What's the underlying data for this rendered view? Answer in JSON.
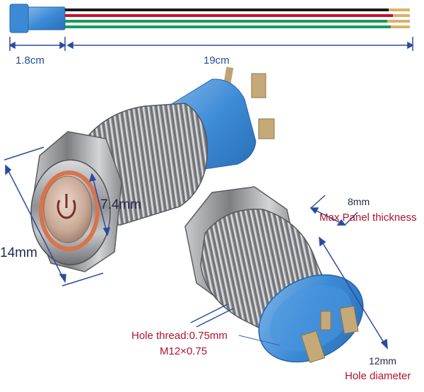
{
  "cable": {
    "length_connector": "1.8cm",
    "length_wires": "19cm",
    "wire_colors": [
      "#1a1a1a",
      "#c8102e",
      "#169c5a",
      "#169c5a"
    ]
  },
  "dimensions": {
    "outer_diameter": "14mm",
    "ring_diameter": "7.4mm",
    "panel_thickness_value": "8mm",
    "panel_thickness_label": "Max Panel thickness",
    "thread_label": "Hole thread:0.75mm",
    "thread_spec": "M12×0.75",
    "hole_diameter_value": "12mm",
    "hole_diameter_label": "Hole diameter"
  },
  "colors": {
    "dimension_line": "#2a4b9c",
    "connector_blue": "#3c8ad6",
    "metal": "#b7b9bd",
    "led_ring": "#d9744a"
  },
  "icons": [
    "power-symbol-icon"
  ]
}
